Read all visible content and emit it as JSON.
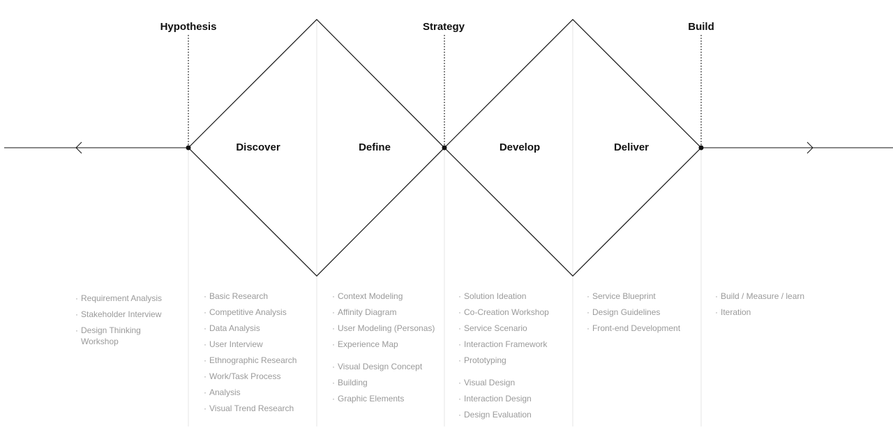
{
  "milestones": {
    "hypothesis": "Hypothesis",
    "strategy": "Strategy",
    "build": "Build"
  },
  "phases": {
    "discover": "Discover",
    "define": "Define",
    "develop": "Develop",
    "deliver": "Deliver"
  },
  "columns": {
    "col0": [
      "Requirement Analysis",
      "Stakeholder Interview",
      "Design Thinking Workshop"
    ],
    "col1": [
      "Basic Research",
      "Competitive Analysis",
      "Data Analysis",
      "User Interview",
      "Ethnographic Research",
      "Work/Task Process",
      "Analysis",
      "Visual Trend  Research"
    ],
    "col2": [
      "Context Modeling",
      "Affinity Diagram",
      "User Modeling (Personas)",
      "Experience Map",
      "Visual Design Concept",
      "Building",
      "Graphic Elements"
    ],
    "col3": [
      "Solution Ideation",
      "Co-Creation Workshop",
      "Service Scenario",
      "Interaction Framework",
      "Prototyping",
      "Visual Design",
      "Interaction Design",
      "Design Evaluation"
    ],
    "col4": [
      "Service Blueprint",
      "Design Guidelines",
      "Front-end Development"
    ],
    "col5": [
      "Build / Measure / learn",
      "Iteration"
    ]
  },
  "colors": {
    "line": "#111111",
    "divider": "#e4e4e4",
    "text": "#111111",
    "muted": "#9a9a9a"
  }
}
